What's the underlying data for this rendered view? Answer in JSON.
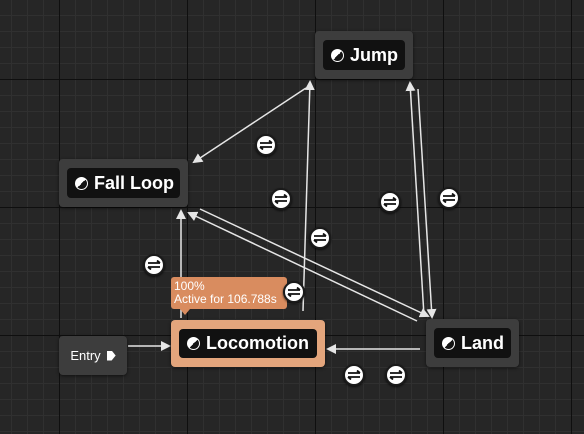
{
  "graph": {
    "entry": {
      "label": "Entry",
      "icon": "play-arrow-icon"
    },
    "states": {
      "jump": {
        "label": "Jump",
        "icon": "state-half-circle-icon"
      },
      "fall_loop": {
        "label": "Fall Loop",
        "icon": "state-half-circle-icon"
      },
      "locomotion": {
        "label": "Locomotion",
        "icon": "state-half-circle-icon",
        "active": true
      },
      "land": {
        "label": "Land",
        "icon": "state-half-circle-icon"
      }
    },
    "transition_icon": "transition-rule-icon",
    "tooltip": {
      "weight": "100%",
      "active_text": "Active for 106.788s"
    }
  },
  "colors": {
    "background": "#262626",
    "node": "#3d3d3d",
    "node_active": "#e3a57c",
    "wire": "#e6e6e6",
    "tooltip": "#d98c5f"
  }
}
